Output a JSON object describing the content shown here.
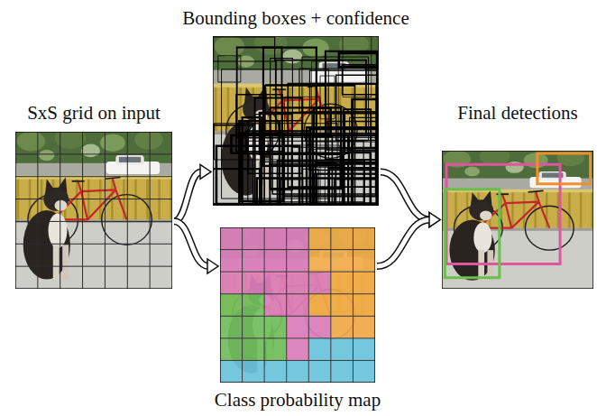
{
  "diagram": {
    "nodes": [
      {
        "text": [
          "SxS grid on input"
        ]
      },
      {
        "text": [
          "Bounding boxes + confidence"
        ]
      },
      {
        "text": [
          "Class probability map"
        ]
      },
      {
        "text": [
          "Final detections"
        ]
      }
    ],
    "edges": [
      {
        "from": 0,
        "to": 1,
        "arrow": "to"
      },
      {
        "from": 0,
        "to": 2,
        "arrow": "to"
      },
      {
        "from": 1,
        "to": 3,
        "arrow": "to"
      },
      {
        "from": 2,
        "to": 3,
        "arrow": "to"
      }
    ]
  }
}
